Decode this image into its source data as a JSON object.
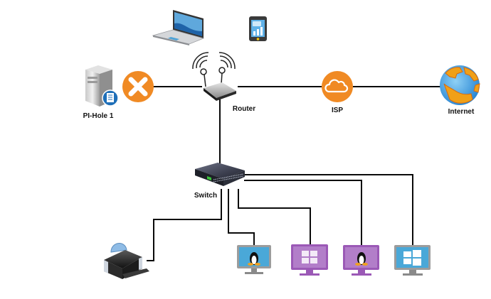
{
  "diagram": {
    "title": "Home network topology",
    "nodes": {
      "pihole": {
        "label": "PI-Hole 1",
        "type": "server",
        "status": "offline"
      },
      "router": {
        "label": "Router",
        "type": "wireless-router"
      },
      "isp": {
        "label": "ISP",
        "type": "cloud"
      },
      "internet": {
        "label": "Internet",
        "type": "globe"
      },
      "switch": {
        "label": "Switch",
        "type": "network-switch"
      },
      "laptop": {
        "label": "",
        "type": "laptop"
      },
      "phone": {
        "label": "",
        "type": "mobile-phone"
      },
      "printer": {
        "label": "",
        "type": "printer"
      },
      "pc1": {
        "label": "",
        "type": "monitor",
        "os": "linux",
        "color": "blue"
      },
      "pc2": {
        "label": "",
        "type": "monitor",
        "os": "windows",
        "color": "purple"
      },
      "pc3": {
        "label": "",
        "type": "monitor",
        "os": "linux",
        "color": "purple"
      },
      "pc4": {
        "label": "",
        "type": "monitor",
        "os": "windows",
        "color": "blue"
      }
    },
    "edges": [
      {
        "from": "pihole",
        "to": "router",
        "status": "blocked"
      },
      {
        "from": "router",
        "to": "isp"
      },
      {
        "from": "isp",
        "to": "internet"
      },
      {
        "from": "router",
        "to": "switch"
      },
      {
        "from": "switch",
        "to": "printer"
      },
      {
        "from": "switch",
        "to": "pc1"
      },
      {
        "from": "switch",
        "to": "pc2"
      },
      {
        "from": "switch",
        "to": "pc3"
      },
      {
        "from": "switch",
        "to": "pc4"
      },
      {
        "from": "router",
        "to": "laptop",
        "medium": "wifi"
      },
      {
        "from": "router",
        "to": "phone",
        "medium": "wifi"
      }
    ],
    "colors": {
      "orange": "#f08a24",
      "purple": "#9b59b6",
      "blue_screen": "#4aa8d8",
      "line": "#0a0a0a"
    }
  }
}
